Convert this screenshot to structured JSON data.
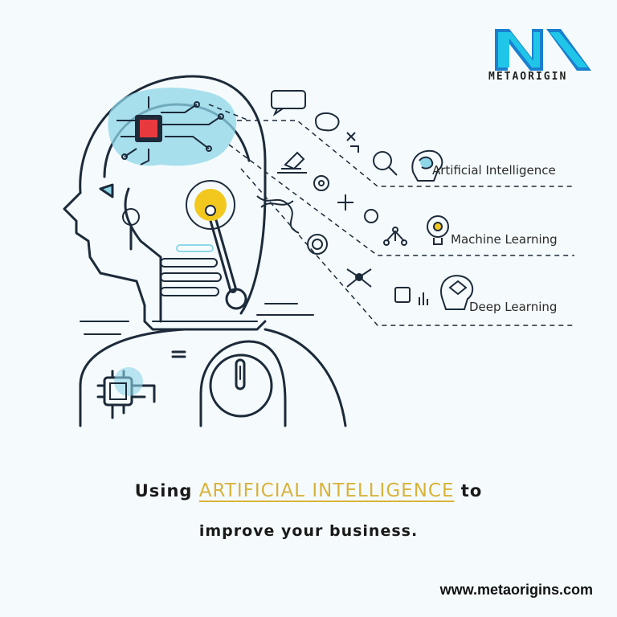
{
  "brand": {
    "name": "METAORIGIN",
    "logo_color": "#1fc6e8",
    "logo_shadow": "#1a7fcf"
  },
  "topics": [
    {
      "label": "Artificial Intelligence",
      "icon": "head-brain-icon"
    },
    {
      "label": "Machine Learning",
      "icon": "lightbulb-gear-icon"
    },
    {
      "label": "Deep Learning",
      "icon": "head-network-icon"
    }
  ],
  "headline": {
    "prefix": "Using ",
    "highlight": "ARTIFICIAL INTELLIGENCE",
    "suffix": " to",
    "line2": "improve your business."
  },
  "website": "www.metaorigins.com",
  "colors": {
    "accent_yellow": "#f2c81e",
    "accent_cyan": "#8ed6e8",
    "chip_red": "#e8393f",
    "line_dark": "#1c2a3a"
  }
}
